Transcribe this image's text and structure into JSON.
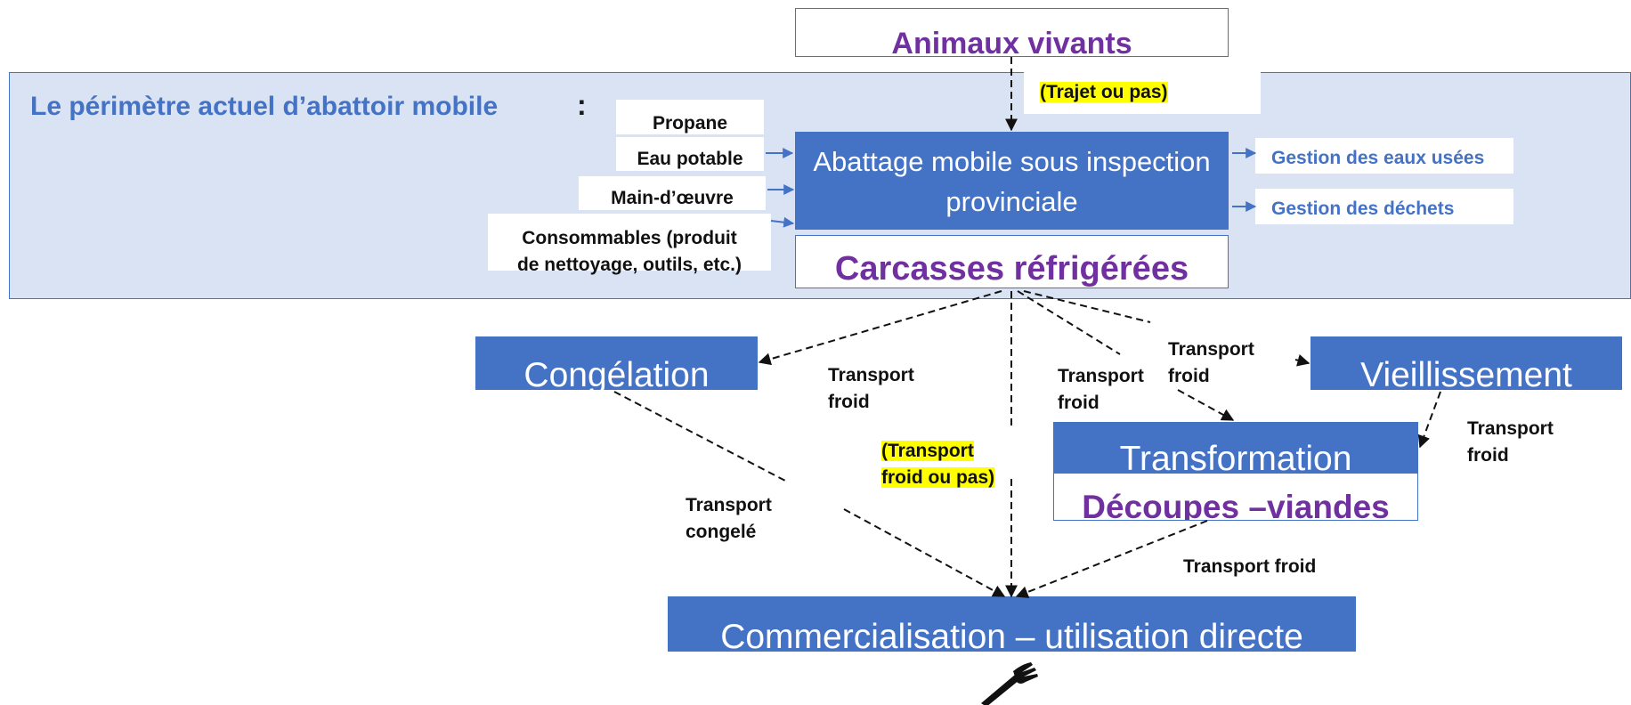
{
  "top_node": "Animaux vivants",
  "trajet": "(Trajet ou pas)",
  "perimeter": {
    "title": "Le périmètre actuel d’abattoir mobile",
    "colon": ":"
  },
  "inputs": {
    "propane": "Propane",
    "eau": "Eau potable",
    "main": "Main-d’œuvre",
    "consommables_1": "Consommables (produit",
    "consommables_2": "de nettoyage, outils, etc.)"
  },
  "abattage": {
    "line1": "Abattage mobile sous inspection",
    "line2": "provinciale"
  },
  "outputs": {
    "eaux": "Gestion des eaux usées",
    "dechets": "Gestion des déchets"
  },
  "carcasses": "Carcasses réfrigérées",
  "congelation": "Congélation",
  "vieillissement": "Vieillissement",
  "transformation": "Transformation",
  "decoupes": "Découpes –viandes",
  "commercialisation": "Commercialisation – utilisation  directe",
  "flow_labels": {
    "tf_congelation": [
      "Transport",
      "froid"
    ],
    "tf_transformation": [
      "Transport",
      "froid"
    ],
    "tf_vieillissement": [
      "Transport",
      "froid"
    ],
    "tf_vieil_transfo": [
      "Transport",
      "froid"
    ],
    "tf_direct": [
      "(Transport",
      "froid ou pas)"
    ],
    "t_congele": [
      "Transport",
      "congelé"
    ],
    "tf_decoupes": "Transport froid"
  },
  "icons": {
    "fork": "fork-icon"
  },
  "colors": {
    "blue": "#4472c4",
    "purple": "#7030a0",
    "light_blue": "#dae3f3",
    "highlight": "#ffff00"
  }
}
